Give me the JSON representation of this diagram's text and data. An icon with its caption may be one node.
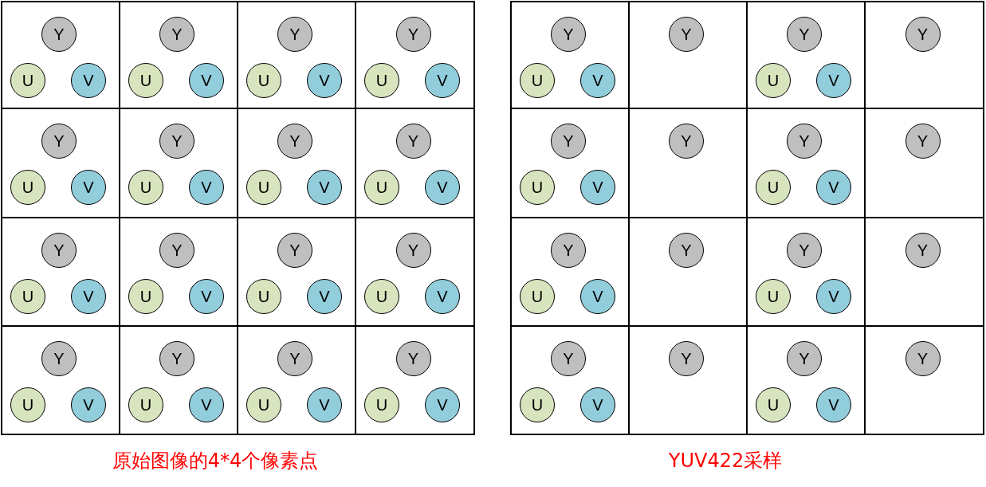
{
  "diagram": {
    "nodes": [
      {
        "text": [],
        "shape": "box"
      },
      {
        "text": [
          "Y"
        ],
        "in": 0
      },
      {
        "text": [
          "U"
        ],
        "in": 0
      },
      {
        "text": [
          "V"
        ],
        "in": 0
      },
      {
        "text": [],
        "shape": "box"
      },
      {
        "text": [
          "Y"
        ],
        "in": 4
      },
      {
        "text": [
          "U"
        ],
        "in": 4
      },
      {
        "text": [
          "V"
        ],
        "in": 4
      },
      {
        "text": [],
        "shape": "box"
      },
      {
        "text": [
          "Y"
        ],
        "in": 8
      },
      {
        "text": [
          "U"
        ],
        "in": 8
      },
      {
        "text": [
          "V"
        ],
        "in": 8
      },
      {
        "text": [],
        "shape": "box"
      },
      {
        "text": [
          "Y"
        ],
        "in": 12
      },
      {
        "text": [
          "U"
        ],
        "in": 12
      },
      {
        "text": [
          "V"
        ],
        "in": 12
      },
      {
        "text": [],
        "shape": "box"
      },
      {
        "text": [
          "Y"
        ],
        "in": 16
      },
      {
        "text": [
          "U"
        ],
        "in": 16
      },
      {
        "text": [
          "V"
        ],
        "in": 16
      },
      {
        "text": [],
        "shape": "box"
      },
      {
        "text": [
          "Y"
        ],
        "in": 20
      },
      {
        "text": [
          "U"
        ],
        "in": 20
      },
      {
        "text": [
          "V"
        ],
        "in": 20
      },
      {
        "text": [],
        "shape": "box"
      },
      {
        "text": [
          "Y"
        ],
        "in": 24
      },
      {
        "text": [
          "U"
        ],
        "in": 24
      },
      {
        "text": [
          "V"
        ],
        "in": 24
      },
      {
        "text": [],
        "shape": "box"
      },
      {
        "text": [
          "Y"
        ],
        "in": 28
      },
      {
        "text": [
          "U"
        ],
        "in": 28
      },
      {
        "text": [
          "V"
        ],
        "in": 28
      },
      {
        "text": [],
        "shape": "box"
      },
      {
        "text": [
          "Y"
        ],
        "in": 32
      },
      {
        "text": [
          "U"
        ],
        "in": 32
      },
      {
        "text": [
          "V"
        ],
        "in": 32
      },
      {
        "text": [],
        "shape": "box"
      },
      {
        "text": [
          "Y"
        ],
        "in": 36
      },
      {
        "text": [
          "U"
        ],
        "in": 36
      },
      {
        "text": [
          "V"
        ],
        "in": 36
      },
      {
        "text": [],
        "shape": "box"
      },
      {
        "text": [
          "Y"
        ],
        "in": 40
      },
      {
        "text": [
          "U"
        ],
        "in": 40
      },
      {
        "text": [
          "V"
        ],
        "in": 40
      },
      {
        "text": [],
        "shape": "box"
      },
      {
        "text": [
          "Y"
        ],
        "in": 44
      },
      {
        "text": [
          "U"
        ],
        "in": 44
      },
      {
        "text": [
          "V"
        ],
        "in": 44
      },
      {
        "text": [],
        "shape": "box"
      },
      {
        "text": [
          "Y"
        ],
        "in": 48
      },
      {
        "text": [
          "U"
        ],
        "in": 48
      },
      {
        "text": [
          "V"
        ],
        "in": 48
      },
      {
        "text": [],
        "shape": "box"
      },
      {
        "text": [
          "Y"
        ],
        "in": 52
      },
      {
        "text": [
          "U"
        ],
        "in": 52
      },
      {
        "text": [
          "V"
        ],
        "in": 52
      },
      {
        "text": [],
        "shape": "box"
      },
      {
        "text": [
          "Y"
        ],
        "in": 56
      },
      {
        "text": [
          "U"
        ],
        "in": 56
      },
      {
        "text": [
          "V"
        ],
        "in": 56
      },
      {
        "text": [],
        "shape": "box"
      },
      {
        "text": [
          "Y"
        ],
        "in": 60
      },
      {
        "text": [
          "U"
        ],
        "in": 60
      },
      {
        "text": [
          "V"
        ],
        "in": 60
      },
      {
        "text": [],
        "shape": "box"
      },
      {
        "text": [
          "Y"
        ],
        "in": 64
      },
      {
        "text": [
          "U"
        ],
        "in": 64
      },
      {
        "text": [
          "V"
        ],
        "in": 64
      },
      {
        "text": [],
        "shape": "box"
      },
      {
        "text": [
          "Y"
        ],
        "in": 68
      },
      {
        "text": [],
        "shape": "box"
      },
      {
        "text": [
          "Y"
        ],
        "in": 70
      },
      {
        "text": [
          "U"
        ],
        "in": 70
      },
      {
        "text": [
          "V"
        ],
        "in": 70
      },
      {
        "text": [],
        "shape": "box"
      },
      {
        "text": [
          "Y"
        ],
        "in": 74
      },
      {
        "text": [],
        "shape": "box"
      },
      {
        "text": [
          "Y"
        ],
        "in": 76
      },
      {
        "text": [
          "U"
        ],
        "in": 76
      },
      {
        "text": [
          "V"
        ],
        "in": 76
      },
      {
        "text": [],
        "shape": "box"
      },
      {
        "text": [
          "Y"
        ],
        "in": 80
      },
      {
        "text": [],
        "shape": "box"
      },
      {
        "text": [
          "Y"
        ],
        "in": 82
      },
      {
        "text": [
          "U"
        ],
        "in": 82
      },
      {
        "text": [
          "V"
        ],
        "in": 82
      },
      {
        "text": [],
        "shape": "box"
      },
      {
        "text": [
          "Y"
        ],
        "in": 86
      },
      {
        "text": [],
        "shape": "box"
      },
      {
        "text": [
          "Y"
        ],
        "in": 88
      },
      {
        "text": [
          "U"
        ],
        "in": 88
      },
      {
        "text": [
          "V"
        ],
        "in": 88
      },
      {
        "text": [],
        "shape": "box"
      },
      {
        "text": [
          "Y"
        ],
        "in": 92
      },
      {
        "text": [],
        "shape": "box"
      },
      {
        "text": [
          "Y"
        ],
        "in": 94
      },
      {
        "text": [
          "U"
        ],
        "in": 94
      },
      {
        "text": [
          "V"
        ],
        "in": 94
      },
      {
        "text": [],
        "shape": "box"
      },
      {
        "text": [
          "Y"
        ],
        "in": 98
      },
      {
        "text": [],
        "shape": "box"
      },
      {
        "text": [
          "Y"
        ],
        "in": 100
      },
      {
        "text": [
          "U"
        ],
        "in": 100
      },
      {
        "text": [
          "V"
        ],
        "in": 100
      },
      {
        "text": [],
        "shape": "box"
      },
      {
        "text": [
          "Y"
        ],
        "in": 104
      },
      {
        "text": [],
        "shape": "box"
      },
      {
        "text": [
          "Y"
        ],
        "in": 106
      },
      {
        "text": [
          "U"
        ],
        "in": 106
      },
      {
        "text": [
          "V"
        ],
        "in": 106
      },
      {
        "text": [],
        "shape": "box"
      },
      {
        "text": [
          "Y"
        ],
        "in": 110
      }
    ],
    "labels": [
      "原始图像的4*4个像素点",
      "YUV422采样"
    ]
  }
}
